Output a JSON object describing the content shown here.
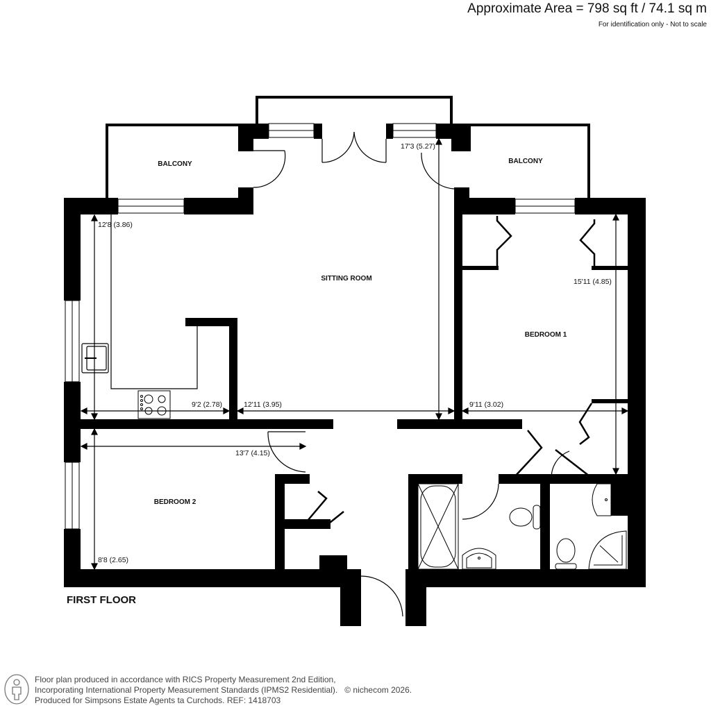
{
  "header": {
    "area": "Approximate Area = 798 sq ft / 74.1 sq m",
    "note": "For identification only - Not to scale"
  },
  "floor": {
    "label": "FIRST FLOOR"
  },
  "rooms": {
    "balcony_left": "BALCONY",
    "balcony_right": "BALCONY",
    "sitting_room": "SITTING ROOM",
    "bedroom1": "BEDROOM 1",
    "bedroom2": "BEDROOM 2"
  },
  "dimensions": {
    "sitting_left_height": "12'8 (3.86)",
    "kitchen_width": "9'2 (2.78)",
    "sitting_width": "12'11 (3.95)",
    "sitting_height": "17'3 (5.27)",
    "bedroom1_height": "15'11 (4.85)",
    "bedroom1_width": "9'11 (3.02)",
    "bedroom2_width": "13'7 (4.15)",
    "bedroom2_height": "8'8 (2.65)"
  },
  "footer": {
    "line1": "Floor plan produced in accordance with RICS Property Measurement 2nd Edition,",
    "line2": "Incorporating International Property Measurement Standards (IPMS2 Residential).",
    "copyright": "© nichecom 2026.",
    "line3": "Produced for Simpsons Estate Agents ta Curchods.   REF: 1418703",
    "icon": "person-icon"
  },
  "colors": {
    "wall": "#000000",
    "background": "#ffffff",
    "text": "#111111",
    "footer_text": "#444444"
  }
}
